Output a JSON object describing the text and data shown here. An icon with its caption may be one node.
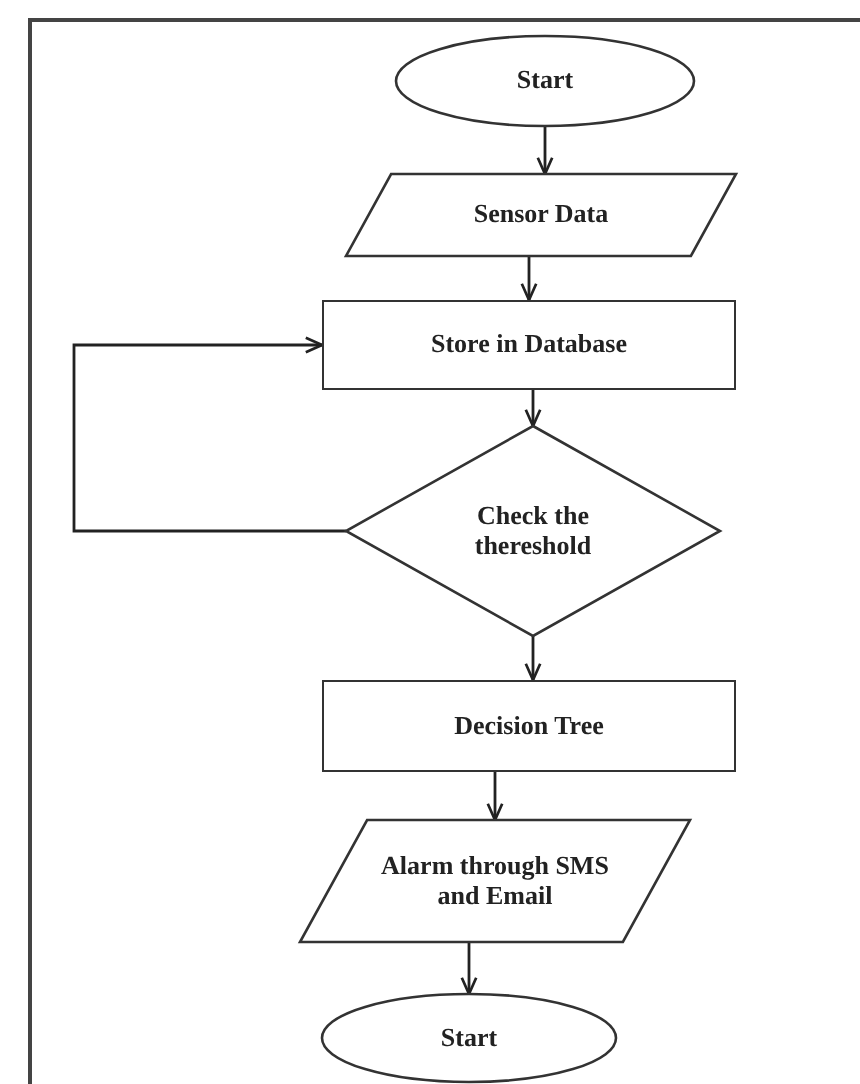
{
  "diagram": {
    "nodes": [
      {
        "text": [
          "Start"
        ]
      },
      {
        "text": [
          "Sensor Data"
        ]
      },
      {
        "text": [
          "Store in Database"
        ]
      },
      {
        "text": [
          "Check the thereshold"
        ]
      },
      {
        "text": [
          "Decision Tree"
        ]
      },
      {
        "text": [
          "Alarm through SMS and Email"
        ]
      },
      {
        "text": [
          "Start"
        ]
      }
    ],
    "edges": [
      {
        "from": 0,
        "to": 1,
        "arrow": "to"
      },
      {
        "from": 1,
        "to": 2,
        "arrow": "to"
      },
      {
        "from": 2,
        "to": 3,
        "arrow": "to"
      },
      {
        "from": 3,
        "to": 2,
        "arrow": "to"
      },
      {
        "from": 3,
        "to": 4,
        "arrow": "to"
      },
      {
        "from": 4,
        "to": 5,
        "arrow": "to"
      },
      {
        "from": 5,
        "to": 6,
        "arrow": "to"
      }
    ]
  }
}
